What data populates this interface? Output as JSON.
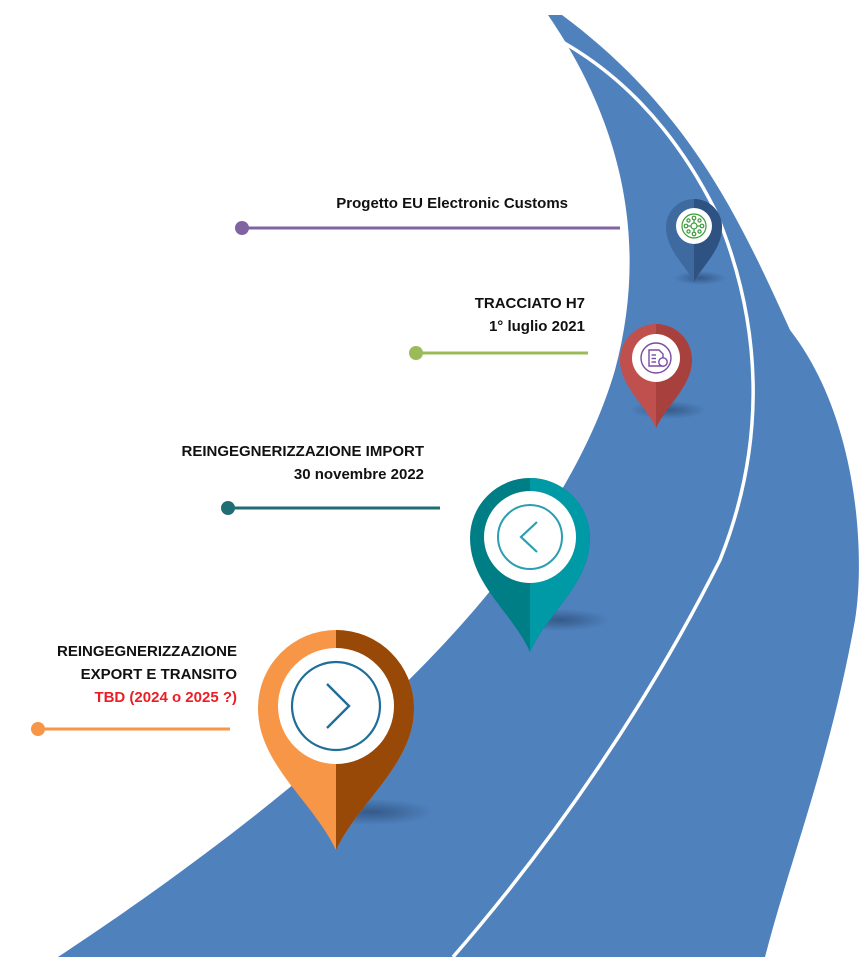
{
  "milestones": [
    {
      "title": "Progetto EU Electronic Customs",
      "date": "",
      "color": "#8064a2",
      "pin_color": "#3e6aa0",
      "pin_color_dark": "#2e5282",
      "icon": "network-hub-icon"
    },
    {
      "title": "TRACCIATO H7",
      "date": "1° luglio 2021",
      "color": "#9bbb59",
      "pin_color": "#c0504d",
      "pin_color_dark": "#a8403d",
      "icon": "document-money-icon"
    },
    {
      "title": "REINGEGNERIZZAZIONE IMPORT",
      "date": "30 novembre 2022",
      "color": "#1f6e74",
      "pin_color": "#007e85",
      "pin_color_dark": "#0099a6",
      "icon": "chevron-left-icon"
    },
    {
      "title": "REINGEGNERIZZAZIONE",
      "subtitle": "EXPORT E TRANSITO",
      "date": "TBD (2024 o 2025 ?)",
      "date_color": "#ee1c25",
      "color": "#f79646",
      "pin_color": "#f79646",
      "pin_color_dark": "#984807",
      "icon": "chevron-right-icon"
    }
  ],
  "road": {
    "color": "#4f81bd",
    "line_color": "#ffffff"
  }
}
